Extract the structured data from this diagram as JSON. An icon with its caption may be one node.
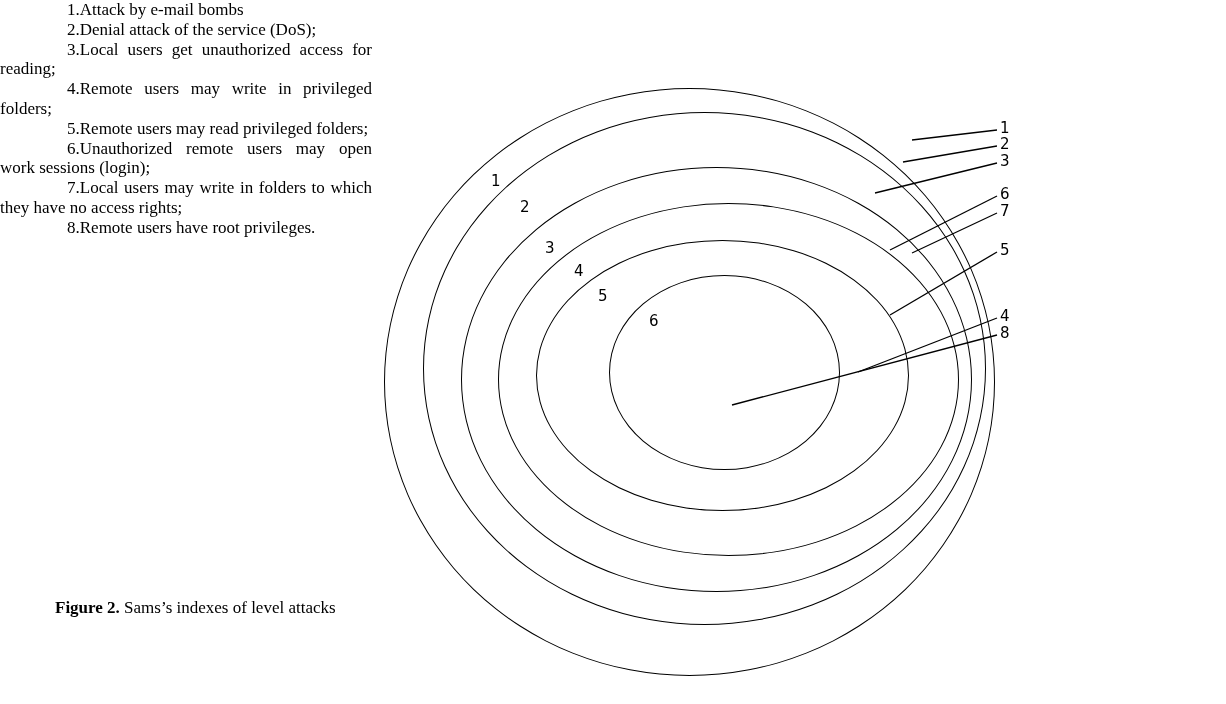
{
  "diagram": {
    "caption": "**Figure 2.** Sams’s indexes of level attacks",
    "nodes": [
      {
        "text": [],
        "shape": "circle"
      },
      {
        "text": [],
        "shape": "circle",
        "in": 0
      },
      {
        "text": [],
        "shape": "circle",
        "in": 1
      },
      {
        "text": [],
        "shape": "circle",
        "in": 2
      },
      {
        "text": [],
        "shape": "circle",
        "in": 3
      },
      {
        "text": [],
        "shape": "circle",
        "in": 4
      },
      {
        "text": [
          "1"
        ]
      },
      {
        "text": [
          "2"
        ]
      },
      {
        "text": [
          "3"
        ]
      },
      {
        "text": [
          "6"
        ]
      },
      {
        "text": [
          "7"
        ]
      },
      {
        "text": [
          "5"
        ]
      },
      {
        "text": [
          "4"
        ]
      },
      {
        "text": [
          "8"
        ]
      }
    ],
    "edges": [
      {
        "from": 6,
        "to": 0,
        "arrow": "none"
      },
      {
        "from": 7,
        "to": 2,
        "arrow": "none"
      },
      {
        "from": 8,
        "to": 3,
        "arrow": "none"
      },
      {
        "from": 9,
        "to": 4,
        "arrow": "none"
      },
      {
        "from": 10,
        "to": 4,
        "arrow": "none"
      },
      {
        "from": 11,
        "to": 3,
        "arrow": "none"
      },
      {
        "from": 12,
        "to": 4,
        "arrow": "none"
      },
      {
        "from": 13,
        "to": 5,
        "arrow": "none"
      }
    ],
    "labels": [
      "1.Attack by e-mail bombs",
      "2.Denial attack of the service (DoS);",
      "3.Local users get unauthorized access for reading;",
      "4.Remote users may write in privileged folders;",
      "5.Remote users may read privileged folders;",
      "6.Unauthorized remote users may open work sessions (login);",
      "7.Local users may write in folders to which they have no access rights;",
      "8.Remote users have root privileges.",
      "1",
      "2",
      "3",
      "4",
      "5",
      "6"
    ]
  }
}
